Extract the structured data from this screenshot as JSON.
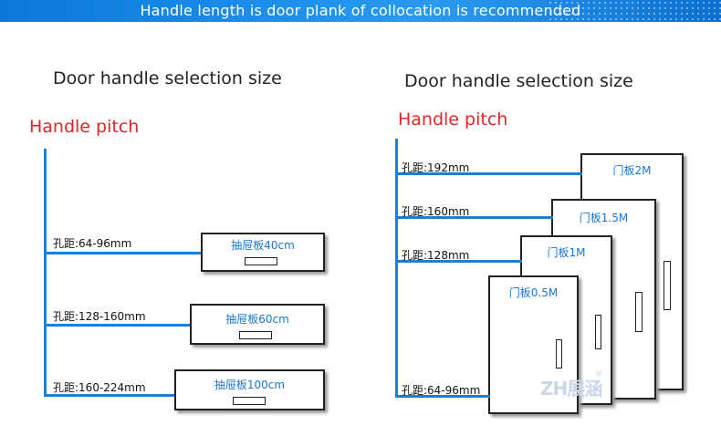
{
  "banner": {
    "text": "Handle length is door plank of collocation is recommended"
  },
  "left": {
    "title": "Door handle selection size",
    "pitch_label": "Handle pitch",
    "rows": [
      {
        "label": "孔距:64-96mm",
        "drawer": "抽屉板40cm"
      },
      {
        "label": "孔距:128-160mm",
        "drawer": "抽屉板60cm"
      },
      {
        "label": "孔距:160-224mm",
        "drawer": "抽屉板100cm"
      }
    ]
  },
  "right": {
    "title": "Door handle selection size",
    "pitch_label": "Handle pitch",
    "rows": [
      {
        "label": "孔距:192mm",
        "door": "门板2M"
      },
      {
        "label": "孔距:160mm",
        "door": "门板1.5M"
      },
      {
        "label": "孔距:128mm",
        "door": "门板1M"
      },
      {
        "label": "孔距:64-96mm",
        "door": "门板0.5M"
      }
    ]
  },
  "watermark": {
    "text": "ZH展涵",
    "reg": "®"
  },
  "colors": {
    "banner": "#1e90ee",
    "line": "#1b7fd8",
    "pitch": "#e02626",
    "panel_label": "#1876d0"
  }
}
